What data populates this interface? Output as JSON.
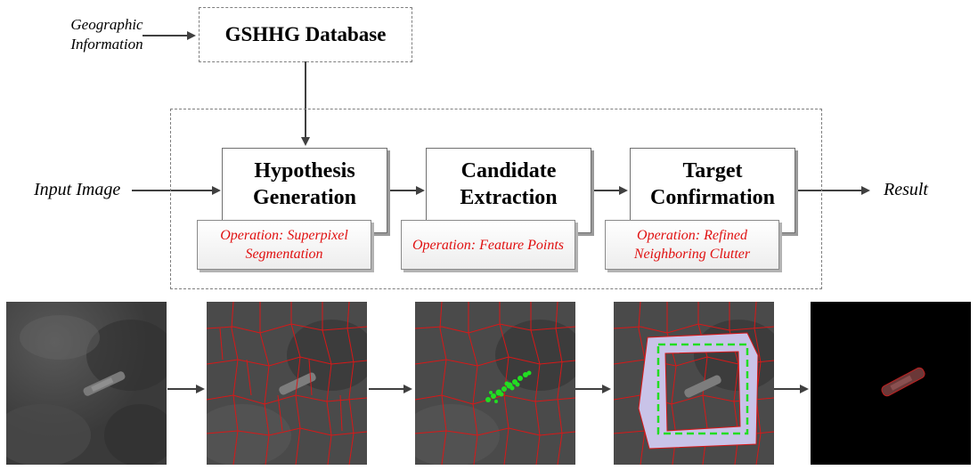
{
  "inputs": {
    "geo_line1": "Geographic",
    "geo_line2": "Information",
    "input_image": "Input Image",
    "result": "Result"
  },
  "database": {
    "label": "GSHHG Database"
  },
  "stages": [
    {
      "title_line1": "Hypothesis",
      "title_line2": "Generation",
      "op_line1": "Operation: Superpixel",
      "op_line2": "Segmentation"
    },
    {
      "title_line1": "Candidate",
      "title_line2": "Extraction",
      "op_line1": "Operation: Feature Points",
      "op_line2": ""
    },
    {
      "title_line1": "Target",
      "title_line2": "Confirmation",
      "op_line1": "Operation: Refined",
      "op_line2": "Neighboring Clutter"
    }
  ],
  "colors": {
    "operation_text": "#e01010",
    "superpixel_boundary": "#d81818",
    "feature_points": "#22dd22",
    "clutter_region": "#c9c3e8",
    "bounding_box": "#22dd22",
    "arrow": "#404040"
  },
  "images": [
    {
      "name": "input-sar-image"
    },
    {
      "name": "superpixel-segmentation-image"
    },
    {
      "name": "feature-points-image"
    },
    {
      "name": "neighboring-clutter-image"
    },
    {
      "name": "result-image"
    }
  ]
}
